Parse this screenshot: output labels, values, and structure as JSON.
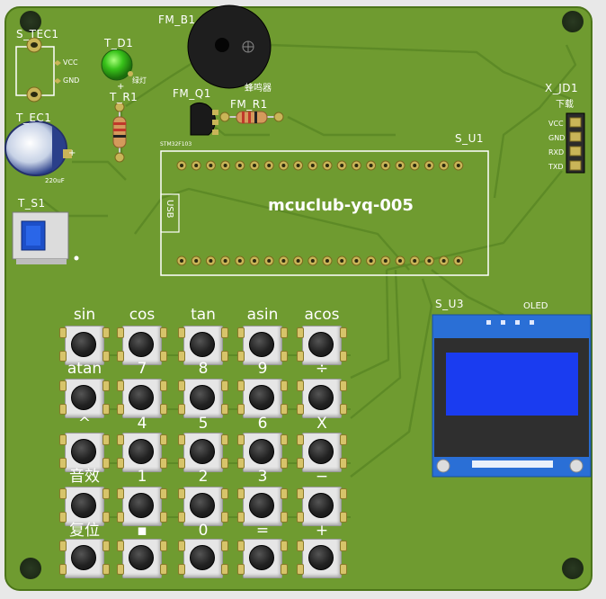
{
  "board": {
    "name": "mcuclub-yq-005",
    "colors": {
      "board": "#6f9b30",
      "board_edge": "#4e7a1e",
      "trace": "#5c8824",
      "silk": "#ffffff",
      "pad": "#d8c56a",
      "module": "#2a6fd6",
      "screen": "#1a3cf0"
    }
  },
  "components": {
    "fm_b1": {
      "ref": "FM_B1",
      "note": "蜂鸣器"
    },
    "t_d1": {
      "ref": "T_D1",
      "note": "绿灯"
    },
    "t_r1": {
      "ref": "T_R1",
      "plus": "+"
    },
    "s_tec1": {
      "ref": "S_TEC1",
      "pin1": "VCC",
      "pin2": "GND"
    },
    "t_ec1": {
      "ref": "T_EC1",
      "cap_value": "220uF",
      "plus": "+"
    },
    "fm_q1": {
      "ref": "FM_Q1"
    },
    "fm_r1": {
      "ref": "FM_R1"
    },
    "t_s1": {
      "ref": "T_S1"
    },
    "s_u1": {
      "ref": "S_U1",
      "usb": "USB",
      "module_label": "STM32F103"
    },
    "x_jd1": {
      "ref": "X_JD1",
      "note": "下载",
      "pins": [
        "VCC",
        "GND",
        "RXD",
        "TXD"
      ]
    },
    "s_u3": {
      "ref": "S_U3",
      "module": "OLED"
    }
  },
  "keypad": {
    "rows": [
      [
        "sin",
        "cos",
        "tan",
        "asin",
        "acos"
      ],
      [
        "atan",
        "7",
        "8",
        "9",
        "÷"
      ],
      [
        "^",
        "4",
        "5",
        "6",
        "X"
      ],
      [
        "音效",
        "1",
        "2",
        "3",
        "−"
      ],
      [
        "复位",
        "▪",
        "0",
        "=",
        "+"
      ]
    ]
  }
}
